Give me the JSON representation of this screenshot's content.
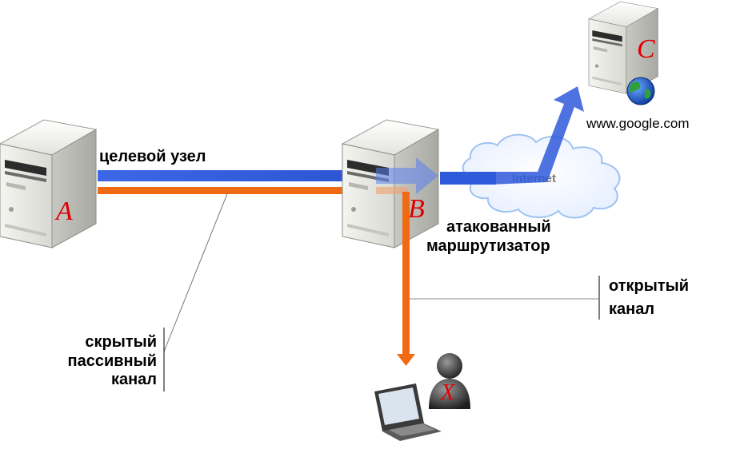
{
  "nodes": {
    "a": {
      "letter": "A"
    },
    "b": {
      "letter": "B"
    },
    "c": {
      "letter": "C"
    },
    "x": {
      "letter": "X"
    }
  },
  "labels": {
    "target_node": "целевой узел",
    "attacked_router_line1": "атакованный",
    "attacked_router_line2": "маршрутизатор",
    "open_channel_line1": "открытый",
    "open_channel_line2": "канал",
    "hidden_line1": "скрытый",
    "hidden_line2": "пассивный",
    "hidden_line3": "канал",
    "url": "www.google.com",
    "cloud": "Internet"
  },
  "colors": {
    "blue_channel": "#2f5bdb",
    "orange_channel": "#f06a14",
    "node_letter": "#e00000"
  },
  "icons": [
    "server-icon",
    "cloud-icon",
    "globe-icon",
    "laptop-icon",
    "user-icon"
  ]
}
